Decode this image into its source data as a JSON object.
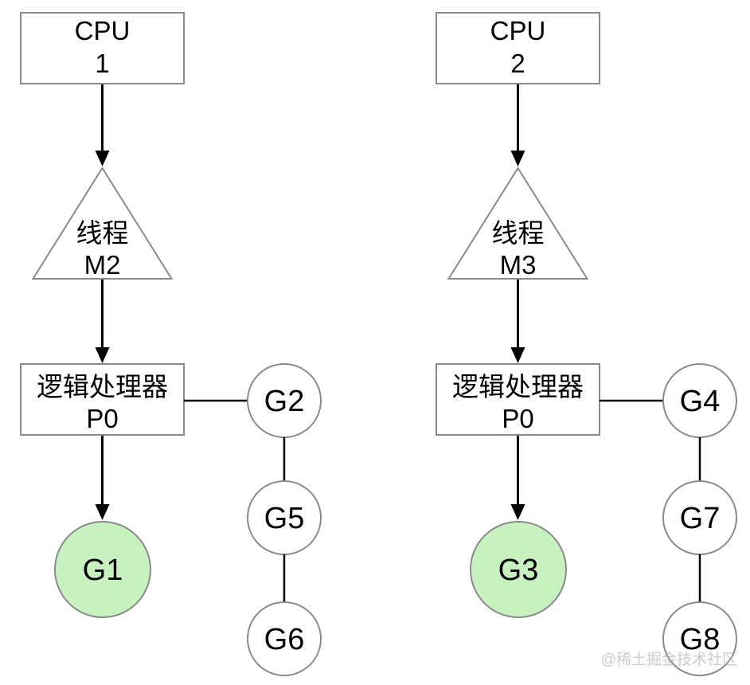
{
  "diagram_title": "GMP scheduler diagram",
  "colors": {
    "background": "#ffffff",
    "shape_stroke": "#8a8a8a",
    "line_color": "#000000",
    "running_fill": "#c8f1c0",
    "idle_fill": "#ffffff",
    "text_color": "#000000",
    "watermark_color": "#a9a9a9"
  },
  "columns": [
    {
      "cpu": {
        "line1": "CPU",
        "line2": "1"
      },
      "thread": {
        "line1": "线程",
        "line2": "M2"
      },
      "processor": {
        "line1": "逻辑处理器",
        "line2": "P0"
      },
      "running": "G1",
      "queue": [
        "G2",
        "G5",
        "G6"
      ]
    },
    {
      "cpu": {
        "line1": "CPU",
        "line2": "2"
      },
      "thread": {
        "line1": "线程",
        "line2": "M3"
      },
      "processor": {
        "line1": "逻辑处理器",
        "line2": "P0"
      },
      "running": "G3",
      "queue": [
        "G4",
        "G7",
        "G8"
      ]
    }
  ],
  "watermark": "@稀土掘金技术社区"
}
